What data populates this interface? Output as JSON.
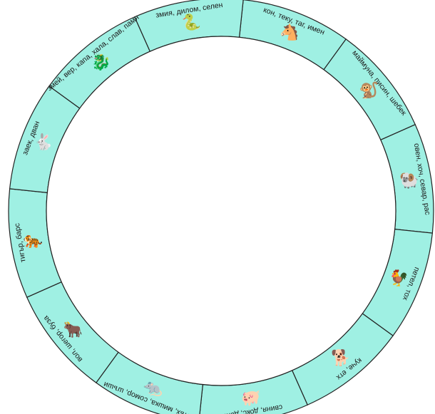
{
  "colors": {
    "ring_fill": "#9ff0e3",
    "ring_stroke": "#222222",
    "center_fill": "#ffffff",
    "animal_ink": "#2b2b2b"
  },
  "segments": [
    {
      "label": "кон, теку, таг, имен",
      "animal": "horse-icon",
      "glyph": "🐴"
    },
    {
      "label": "маймуна, писин, шебек",
      "animal": "monkey-icon",
      "glyph": "🐒"
    },
    {
      "label": "овен, хоч, севар, рас",
      "animal": "ram-icon",
      "glyph": "🐏"
    },
    {
      "label": "петел, тох",
      "animal": "rooster-icon",
      "glyph": "🐓"
    },
    {
      "label": "куче, етх",
      "animal": "dog-icon",
      "glyph": "🐕"
    },
    {
      "label": "свиня, докс, дохс",
      "animal": "pig-icon",
      "glyph": "🐖"
    },
    {
      "label": "плъх, мишка, сомор, шъши",
      "animal": "rat-icon",
      "glyph": "🐀"
    },
    {
      "label": "вол, шегор, буза",
      "animal": "ox-icon",
      "glyph": "🐂"
    },
    {
      "label": "тигър, барс",
      "animal": "tiger-icon",
      "glyph": "🐅"
    },
    {
      "label": "заек, дван",
      "animal": "rabbit-icon",
      "glyph": "🐇"
    },
    {
      "label": "змей, вер, капа, хала, слав, памя",
      "animal": "dragon-icon",
      "glyph": "🐉"
    },
    {
      "label": "змия, дилом, селен",
      "animal": "snake-icon",
      "glyph": "🐍"
    }
  ]
}
